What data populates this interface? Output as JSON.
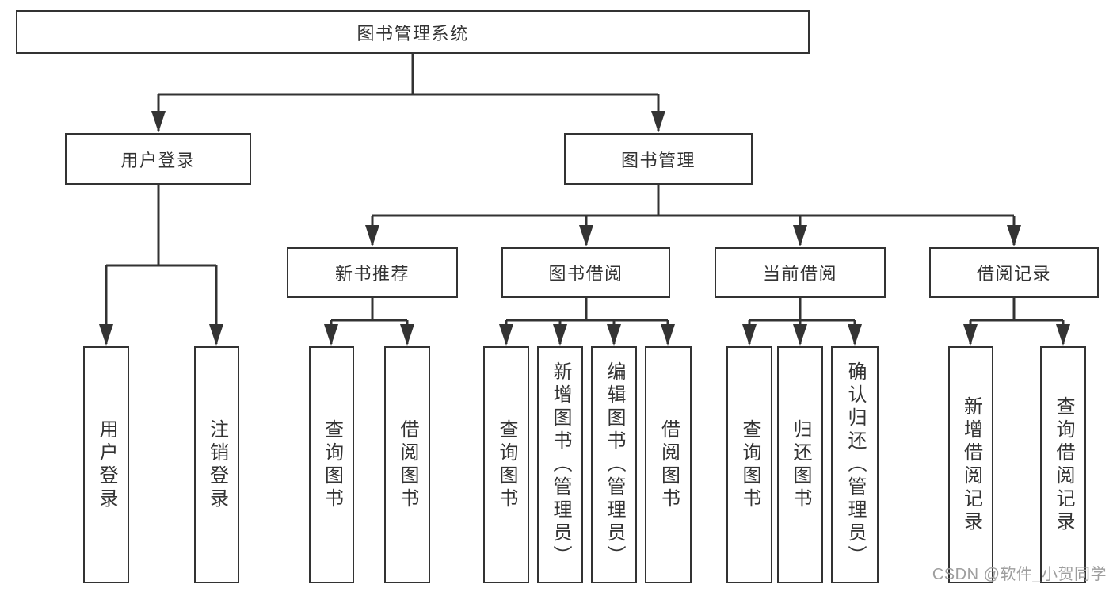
{
  "diagram": {
    "root": "图书管理系统",
    "level2": [
      "用户登录",
      "图书管理"
    ],
    "level3": [
      "新书推荐",
      "图书借阅",
      "当前借阅",
      "借阅记录"
    ],
    "leaves": [
      "用户登录",
      "注销登录",
      "查询图书",
      "借阅图书",
      "查询图书",
      "新增图书（管理员）",
      "编辑图书（管理员）",
      "借阅图书",
      "查询图书",
      "归还图书",
      "确认归还（管理员）",
      "新增借阅记录",
      "查询借阅记录"
    ]
  },
  "watermark": "CSDN @软件_小贺同学",
  "colors": {
    "line": "#333333",
    "text": "#333333",
    "background": "#ffffff",
    "watermark": "#9e9e9e"
  }
}
